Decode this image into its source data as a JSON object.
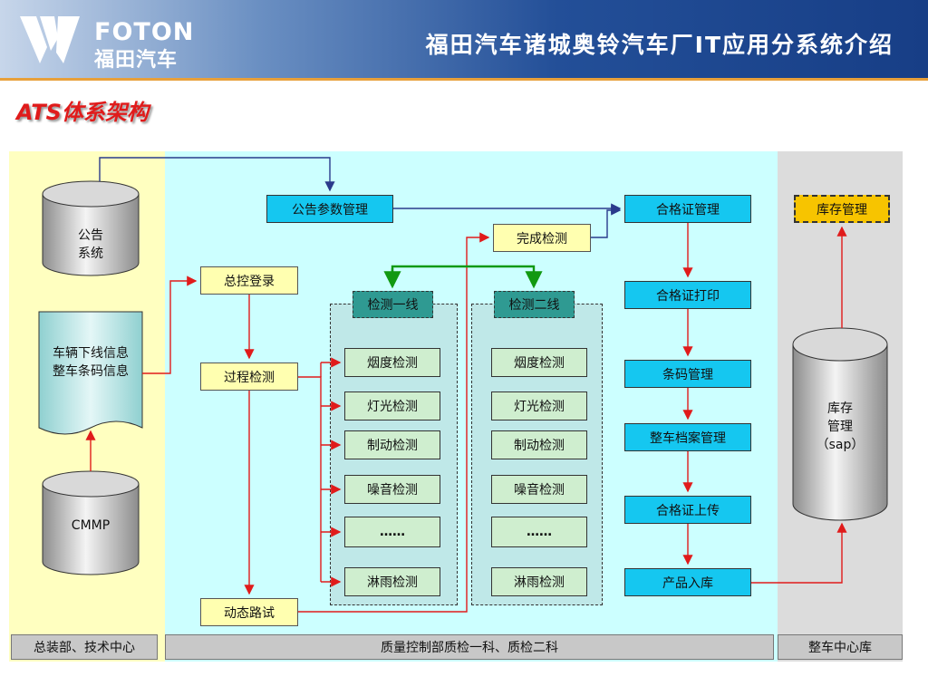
{
  "header": {
    "logo_en": "FOTON",
    "logo_cn": "福田汽车",
    "title": "福田汽车诸城奥铃汽车厂IT应用分系统介绍"
  },
  "subtitle": "ATS体系架构",
  "colors": {
    "left_panel": "#ffffc0",
    "mid_panel": "#ccffff",
    "right_panel": "#dcdcdc",
    "accent_red": "#e01b1b",
    "box_cyan": "#15c7f0",
    "box_yellow": "#ffffb0"
  },
  "left": {
    "notice_system": [
      "公告",
      "系统"
    ],
    "vehicle_info": [
      "车辆下线信息",
      "整车条码信息"
    ],
    "cmmp": "CMMP"
  },
  "flow": {
    "notice_param": "公告参数管理",
    "master_login": "总控登录",
    "process_check": "过程检测",
    "dynamic_test": "动态路试",
    "complete_check": "完成检测"
  },
  "lines": {
    "line1_title": "检测一线",
    "line2_title": "检测二线",
    "checks": [
      "烟度检测",
      "灯光检测",
      "制动检测",
      "噪音检测",
      "……",
      "淋雨检测"
    ]
  },
  "cert": {
    "items": [
      "合格证管理",
      "合格证打印",
      "条码管理",
      "整车档案管理",
      "合格证上传",
      "产品入库"
    ]
  },
  "right": {
    "inventory_mgmt": "库存管理",
    "inventory_db": [
      "库存",
      "管理",
      "（sap）"
    ]
  },
  "footer": {
    "left": "总装部、技术中心",
    "middle": "质量控制部质检一科、质检二科",
    "right": "整车中心库"
  }
}
